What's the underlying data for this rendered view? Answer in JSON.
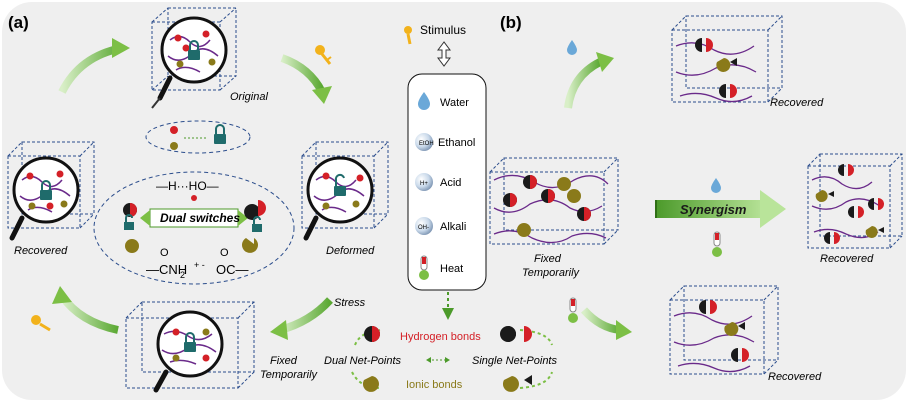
{
  "panels": {
    "a": "(a)",
    "b": "(b)"
  },
  "left_cycle": {
    "original": "Original",
    "deformed": "Deformed",
    "recovered": "Recovered",
    "fixed": [
      "Fixed",
      "Temporarily"
    ],
    "stress": "Stress"
  },
  "center": {
    "h_bond_formula": "—H···HO—",
    "dual_switches": "Dual switches",
    "ionic_left": "—CNH",
    "ionic_sub": "2",
    "ionic_charges": "+ -",
    "ionic_right": "OC—",
    "o_label": "O"
  },
  "stimulus": {
    "title": "Stimulus",
    "items": [
      {
        "icon": "water",
        "label": "Water"
      },
      {
        "icon": "EtOH",
        "label": "Ethanol"
      },
      {
        "icon": "H+",
        "label": "Acid"
      },
      {
        "icon": "OH-",
        "label": "Alkali"
      },
      {
        "icon": "heat",
        "label": "Heat"
      }
    ]
  },
  "netpoints": {
    "hydrogen": "Hydrogen bonds",
    "dual": "Dual Net-Points",
    "single": "Single Net-Points",
    "ionic": "Ionic bonds"
  },
  "right": {
    "fixed": [
      "Fixed",
      "Temporarily"
    ],
    "synergism": "Synergism",
    "recovered": "Recovered"
  },
  "colors": {
    "red": "#d42027",
    "olive": "#8a7a1a",
    "teal": "#1f6b6b",
    "chain": "#6a2a8a",
    "arrow": "#7cbf45",
    "water": "#6aa8d8",
    "bg": "#f0f0f0"
  }
}
